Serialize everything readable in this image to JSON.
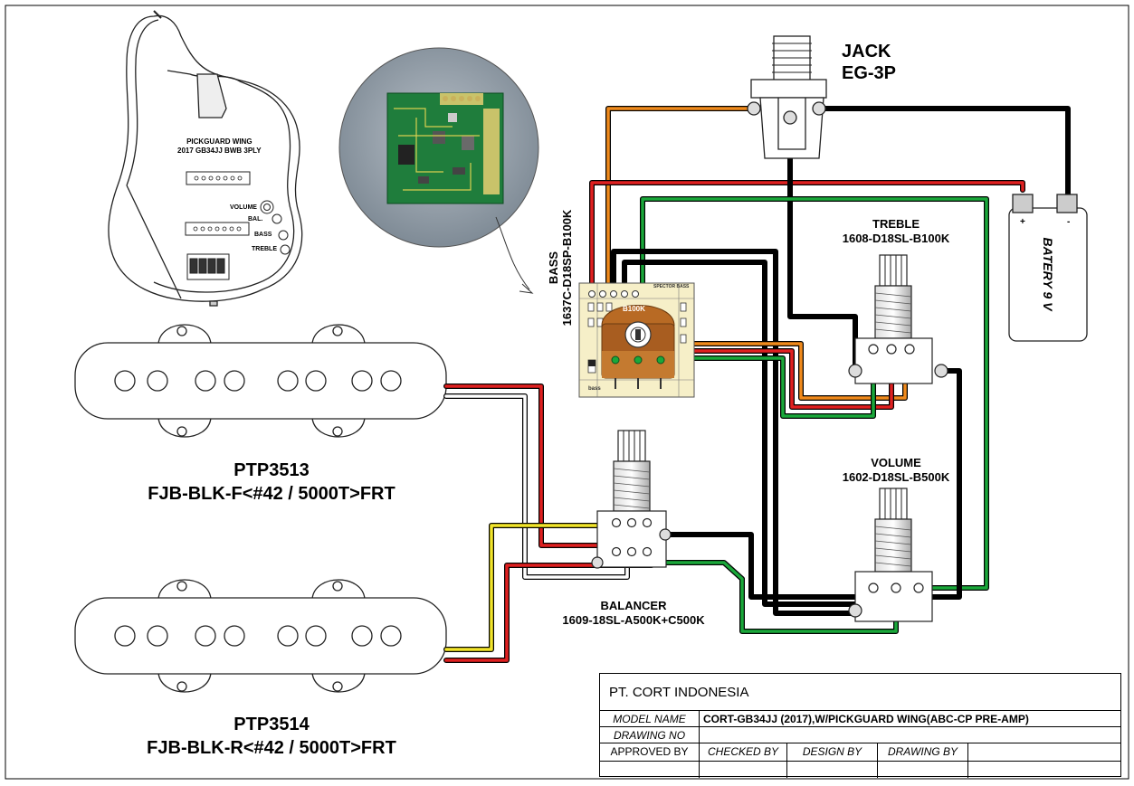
{
  "pickguard": {
    "title_line1": "PICKGUARD WING",
    "title_line2": "2017 GB34JJ BWB 3PLY",
    "controls": [
      "VOLUME",
      "BAL.",
      "BASS",
      "TREBLE"
    ]
  },
  "pickups": {
    "front": {
      "model": "PTP3513",
      "spec": "FJB-BLK-F<#42 / 5000T>FRT"
    },
    "rear": {
      "model": "PTP3514",
      "spec": "FJB-BLK-R<#42 / 5000T>FRT"
    }
  },
  "jack": {
    "line1": "JACK",
    "line2": "EG-3P"
  },
  "bass_pot": {
    "line1": "BASS",
    "line2": "1637C-D18SP-B100K",
    "value": "B100K",
    "board": "SPECTOR BASS",
    "pad": "bass"
  },
  "treble_pot": {
    "line1": "TREBLE",
    "line2": "1608-D18SL-B100K"
  },
  "volume_pot": {
    "line1": "VOLUME",
    "line2": "1602-D18SL-B500K"
  },
  "balancer_pot": {
    "line1": "BALANCER",
    "line2": "1609-18SL-A500K+C500K"
  },
  "battery": {
    "label": "BATERY 9 V",
    "plus": "+",
    "minus": "-"
  },
  "wire_colors": {
    "red": "#e02020",
    "orange": "#f08a1c",
    "green": "#1aa83a",
    "yellow": "#f2e52a",
    "black": "#111111",
    "white": "#ffffff"
  },
  "title_block": {
    "company": "PT. CORT INDONESIA",
    "model_label": "MODEL NAME",
    "model_value": "CORT-GB34JJ (2017),W/PICKGUARD WING(ABC-CP PRE-AMP)",
    "drawing_no_label": "DRAWING NO",
    "approved_by": "APPROVED BY",
    "checked_by": "CHECKED BY",
    "design_by": "DESIGN BY",
    "drawing_by": "DRAWING BY"
  }
}
